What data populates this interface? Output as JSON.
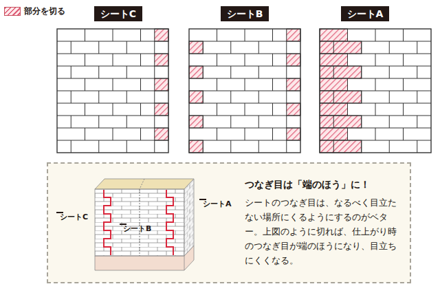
{
  "diagram": {
    "nodes": [
      {
        "text": [
          "シートC"
        ]
      },
      {
        "text": [
          "シートB"
        ]
      },
      {
        "text": [
          "シートA"
        ]
      },
      {
        "text": [
          "つなぎ目は「端のほう」に！",
          "シートのつなぎ目は、なるべく目立たない場所にくるようにするのがベター。上図のように切れば、仕上がり時のつなぎ目が端のほうになり、目立ちにくくなる。"
        ]
      },
      {
        "text": [
          "シートC"
        ],
        "in": 3
      },
      {
        "text": [
          "シートB"
        ],
        "in": 3
      },
      {
        "text": [
          "シートA"
        ],
        "in": 3
      }
    ],
    "legend": [
      {
        "text": "部分を切る"
      }
    ]
  }
}
